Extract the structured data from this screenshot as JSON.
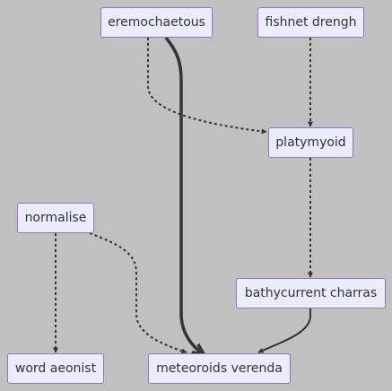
{
  "nodes": {
    "eremochaetous": "eremochaetous",
    "fishnet_drengh": "fishnet drengh",
    "platymyoid": "platymyoid",
    "normalise": "normalise",
    "bathycurrent_charras": "bathycurrent charras",
    "word_aeonist": "word aeonist",
    "meteoroids_verenda": "meteoroids verenda"
  },
  "edges": [
    {
      "from": "eremochaetous",
      "to": "platymyoid",
      "style": "dotted"
    },
    {
      "from": "eremochaetous",
      "to": "meteoroids_verenda",
      "style": "thick"
    },
    {
      "from": "fishnet_drengh",
      "to": "platymyoid",
      "style": "dotted"
    },
    {
      "from": "platymyoid",
      "to": "bathycurrent_charras",
      "style": "dotted"
    },
    {
      "from": "normalise",
      "to": "word_aeonist",
      "style": "dotted"
    },
    {
      "from": "normalise",
      "to": "meteoroids_verenda",
      "style": "dotted"
    },
    {
      "from": "bathycurrent_charras",
      "to": "meteoroids_verenda",
      "style": "solid"
    }
  ],
  "colors": {
    "background": "#c0c0c0",
    "node_fill": "#ececfe",
    "node_border": "#9370db",
    "edge": "#333333"
  }
}
